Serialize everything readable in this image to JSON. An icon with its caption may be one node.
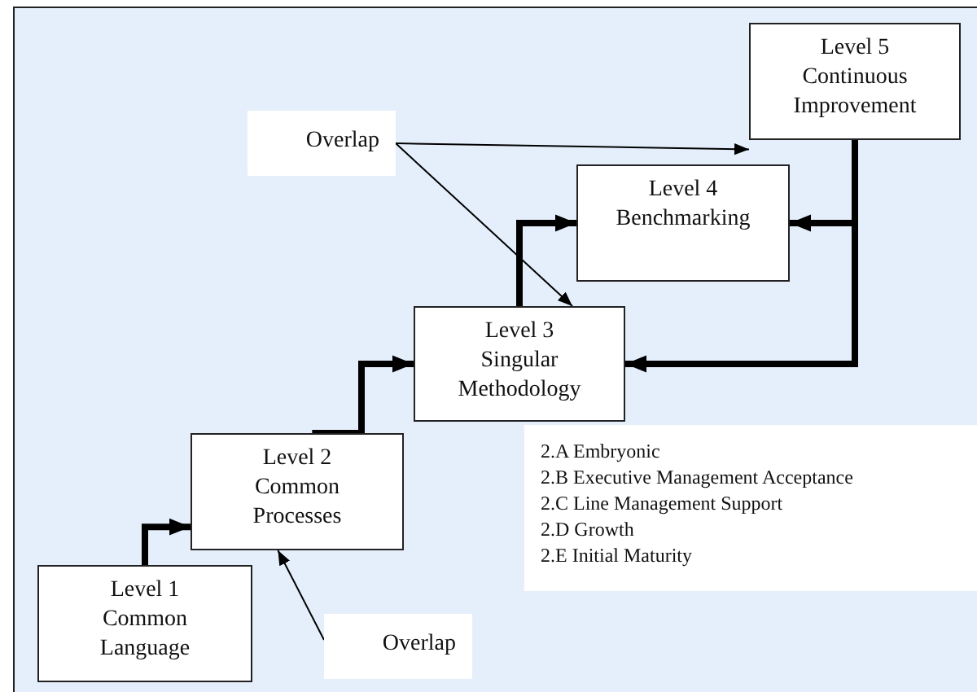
{
  "diagram": {
    "nodes": [
      {
        "text": [
          "Level 5 Continuous Improvement"
        ]
      },
      {
        "text": [
          "Overlap"
        ]
      },
      {
        "text": [
          "Level 4 Benchmarking"
        ]
      },
      {
        "text": [
          "Level 3 Singular Methodology"
        ]
      },
      {
        "text": [
          "Level 2 Common Processes"
        ]
      },
      {
        "text": [
          "Level 1 Common Language"
        ]
      },
      {
        "text": [
          "Overlap"
        ]
      },
      {
        "text": [
          "2.A Embryonic",
          "2.B Executive Management Acceptance",
          "2.C Line Management Support",
          "2.D Growth",
          "2.E Initial Maturity"
        ]
      }
    ],
    "edges": [
      {
        "from": 5,
        "to": 4,
        "arrow": "to"
      },
      {
        "from": 4,
        "to": 3,
        "arrow": "to"
      },
      {
        "from": 3,
        "to": 2,
        "arrow": "to"
      },
      {
        "from": 0,
        "to": 2,
        "arrow": "to"
      },
      {
        "from": 0,
        "to": 3,
        "arrow": "to"
      },
      {
        "from": 1,
        "to": 0,
        "arrow": "to"
      },
      {
        "from": 1,
        "to": 3,
        "arrow": "to"
      },
      {
        "from": 6,
        "to": 4,
        "arrow": "to"
      }
    ]
  }
}
